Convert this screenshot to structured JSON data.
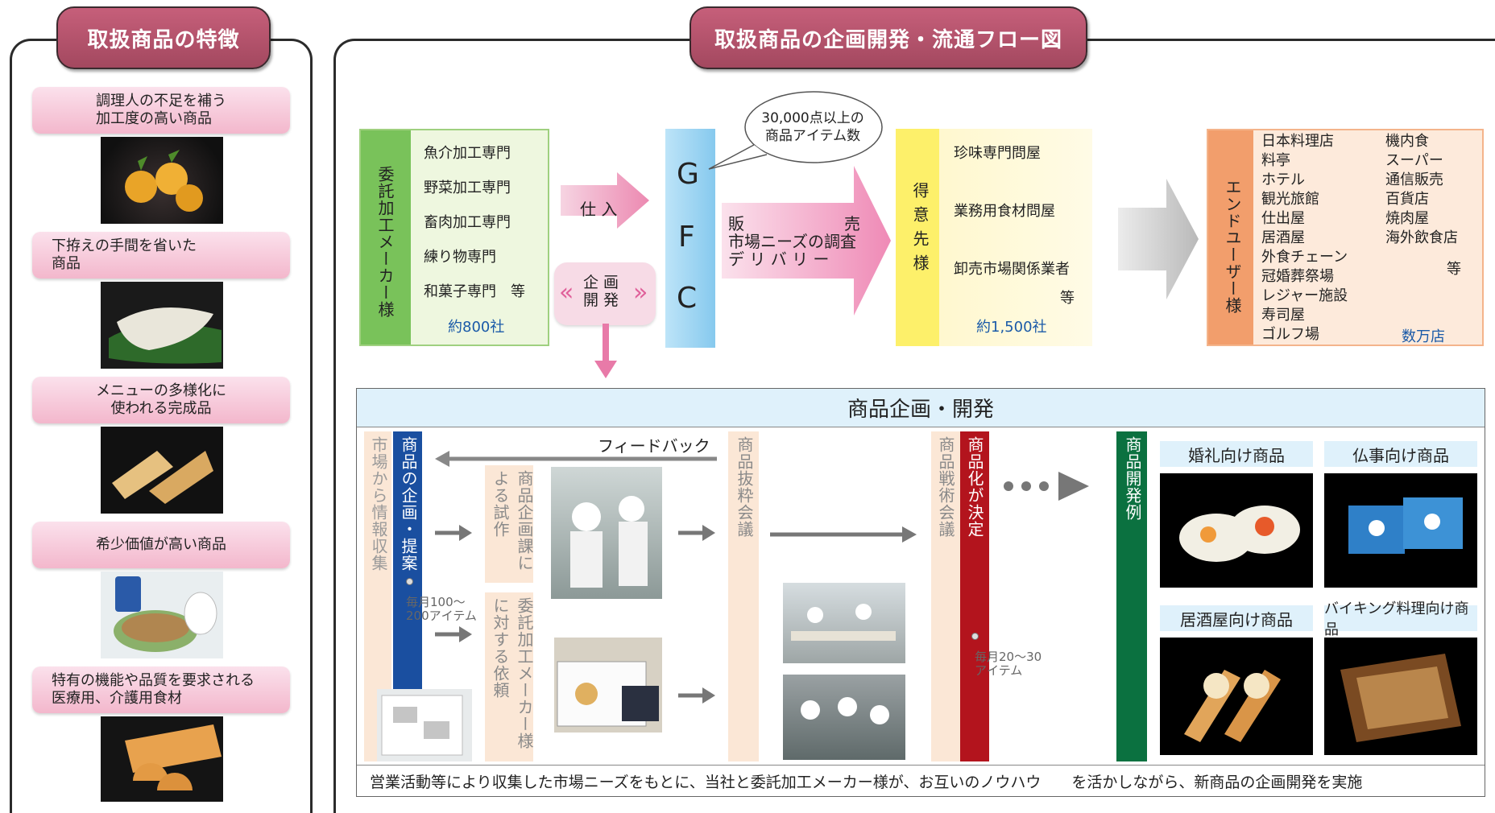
{
  "left_panel": {
    "title": "取扱商品の特徴",
    "features": [
      {
        "line1": "調理人の不足を補う",
        "line2": "加工度の高い商品"
      },
      {
        "line1": "下拵えの手間を省いた",
        "line2": "商品"
      },
      {
        "line1": "メニューの多様化に",
        "line2": "使われる完成品"
      },
      {
        "line1": "希少価値が高い商品",
        "line2": ""
      },
      {
        "line1": "特有の機能や品質を要求される",
        "line2": "医療用、介護用食材"
      }
    ]
  },
  "right_panel": {
    "title": "取扱商品の企画開発・流通フロー図",
    "maker": {
      "label": "委託加工メーカー様",
      "items": [
        "魚介加工専門",
        "野菜加工専門",
        "畜肉加工専門",
        "練り物専門",
        "和菓子専門　等"
      ],
      "count": "約800社"
    },
    "arrow_buy": "仕 入",
    "arrow_plan_line1": "企 画",
    "arrow_plan_line2": "開 発",
    "gfc": [
      "G",
      "F",
      "C"
    ],
    "bubble_line1": "30,000点以上の",
    "bubble_line2": "商品アイテム数",
    "sell_arrow": {
      "line1a": "販",
      "line1b": "売",
      "line2": "市場ニーズの調査",
      "line3": "デ リ バ リ ー"
    },
    "customers": {
      "label": "得意先様",
      "items": [
        "珍味専門問屋",
        "業務用食材問屋",
        "卸売市場関係業者"
      ],
      "etc": "等",
      "count": "約1,500社"
    },
    "end_users": {
      "label": "エンドユーザー様",
      "col1": [
        "日本料理店",
        "料亭",
        "ホテル",
        "観光旅館",
        "仕出屋",
        "居酒屋",
        "外食チェーン",
        "冠婚葬祭場",
        "レジャー施設",
        "寿司屋",
        "ゴルフ場"
      ],
      "col2": [
        "機内食",
        "スーパー",
        "通信販売",
        "百貨店",
        "焼肉屋",
        "海外飲食店"
      ],
      "etc": "等",
      "count": "数万店"
    },
    "dev": {
      "title": "商品企画・開発",
      "market_research": "市場から情報収集",
      "proposal": "商品の企画・提案",
      "proposal_note_line1": "毎月100～",
      "proposal_note_line2": "200アイテム",
      "feedback": "フィードバック",
      "trial": "商品企画課による試作",
      "request": "委託加工メーカー様に対する依頼",
      "selection": "商品抜粋会議",
      "strategy": "商品戦術会議",
      "decision": "商品化が決定",
      "decision_note_line1": "毎月20～30",
      "decision_note_line2": "アイテム",
      "examples_label": "商品開発例",
      "examples": [
        "婚礼向け商品",
        "仏事向け商品",
        "居酒屋向け商品",
        "バイキング料理向け商品"
      ],
      "footer": "営業活動等により収集した市場ニーズをもとに、当社と委託加工メーカー様が、お互いのノウハウ　　を活かしながら、新商品の企画開発を実施"
    }
  },
  "colors": {
    "pink_title": "#b2536b",
    "green": "#79c25a",
    "light_green": "#eef7df",
    "blue_gfc": "#9fd4f2",
    "yellow": "#fdf06a",
    "orange": "#f29e6c",
    "pink_arrow": "#f0a7c4",
    "navy": "#1a4fa0",
    "red": "#b3141d",
    "dark_green": "#0b7140",
    "light_blue_header": "#dff1fb"
  }
}
